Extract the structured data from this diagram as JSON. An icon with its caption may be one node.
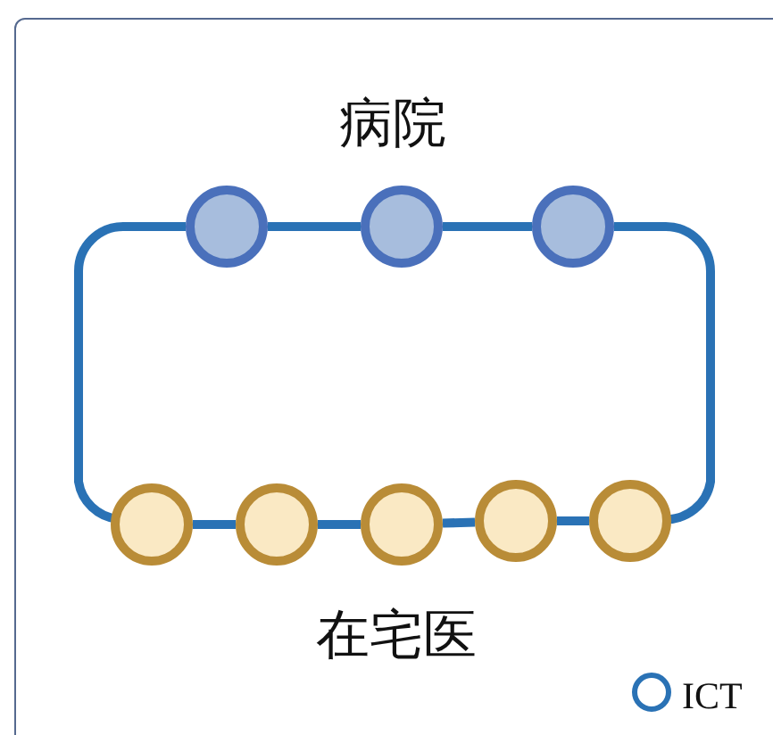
{
  "diagram": {
    "nodes": [
      {
        "text": [],
        "shape": "circle"
      },
      {
        "text": [],
        "shape": "circle"
      },
      {
        "text": [],
        "shape": "circle"
      },
      {
        "text": [],
        "shape": "circle"
      },
      {
        "text": [],
        "shape": "circle"
      },
      {
        "text": [],
        "shape": "circle"
      },
      {
        "text": [],
        "shape": "circle"
      },
      {
        "text": [],
        "shape": "circle"
      }
    ],
    "edges": [
      {
        "from": 0,
        "to": 1,
        "arrow": "none"
      },
      {
        "from": 1,
        "to": 2,
        "arrow": "none"
      },
      {
        "from": 2,
        "to": 7,
        "arrow": "none"
      },
      {
        "from": 7,
        "to": 6,
        "arrow": "none"
      },
      {
        "from": 6,
        "to": 5,
        "arrow": "none"
      },
      {
        "from": 5,
        "to": 4,
        "arrow": "none"
      },
      {
        "from": 4,
        "to": 3,
        "arrow": "none"
      },
      {
        "from": 3,
        "to": 0,
        "arrow": "none"
      }
    ],
    "labels": [
      "病院",
      "在宅医"
    ],
    "legend": [
      {
        "text": "ICT"
      }
    ]
  }
}
